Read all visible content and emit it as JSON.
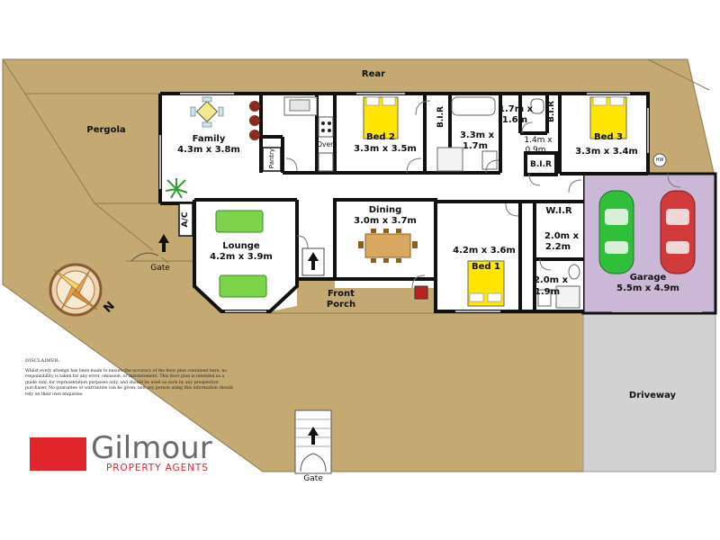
{
  "labels": {
    "rear": "Rear",
    "pergola": "Pergola",
    "family_name": "Family",
    "family_dim": "4.3m x 3.8m",
    "oven": "Oven",
    "pantry": "Pantry",
    "bed2_name": "Bed 2",
    "bed2_dim": "3.3m x 3.5m",
    "bir_1": "B.I.R",
    "bath_dim_a": "3.3m x",
    "bath_dim_b": "1.7m",
    "wc_dim_a": "1.7m x",
    "wc_dim_b": "1.6m",
    "bir_2": "B.I.R",
    "small_dim_a": "1.4m x",
    "small_dim_b": "0.9m",
    "bir_3": "B.I.R",
    "bed3_name": "Bed 3",
    "bed3_dim": "3.3m x 3.4m",
    "hw": "HW",
    "ac": "A/C",
    "lounge_name": "Lounge",
    "lounge_dim": "4.2m x 3.9m",
    "dining_name": "Dining",
    "dining_dim": "3.0m x 3.7m",
    "bed1_dim": "4.2m x 3.6m",
    "bed1_name": "Bed 1",
    "wir": "W.I.R",
    "wir_dim_a": "2.0m x",
    "wir_dim_b": "2.2m",
    "ens_dim_a": "2.0m x",
    "ens_dim_b": "1.9m",
    "garage_name": "Garage",
    "garage_dim": "5.5m x 4.9m",
    "front_porch_a": "Front",
    "front_porch_b": "Porch",
    "gate_side": "Gate",
    "gate_front": "Gate",
    "driveway": "Driveway",
    "compass_n": "N"
  },
  "disclaimer": {
    "title": "DISCLAIMER:",
    "body": "Whilst every attempt has been made to ensure the accuracy of the floor plan contained here, no responsibility is taken for any error, omission, or misstatement. This floor plan is intended as a guide only, for representation purposes only, and should be used as such by any prospective purchaser. No guarantee or warranties can be given, and any person using this information should rely on their own enquiries."
  },
  "logo": {
    "word": "Gilmour",
    "sub": "PROPERTY AGENTS"
  },
  "colors": {
    "yard": "#c4aa72",
    "wall": "#111111",
    "floor": "#ffffff",
    "garage": "#cbb7d6",
    "driveway": "#d2d2d2",
    "bed_yellow": "#ffe600",
    "sofa_green": "#7dd34a",
    "car_green": "#2fbf3a",
    "car_red": "#d13a3a",
    "brand_red": "#e0262a",
    "brand_grey": "#6b6b6b"
  }
}
